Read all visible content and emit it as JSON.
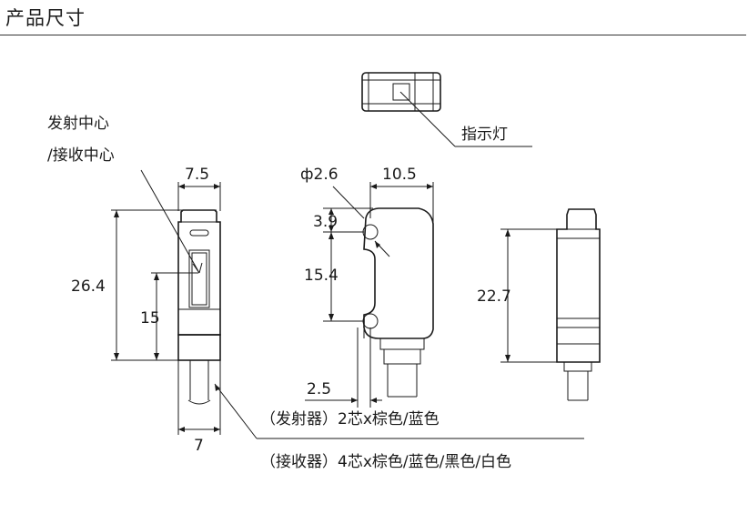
{
  "header": {
    "title": "产品尺寸"
  },
  "labels": {
    "emit_center": "发射中心",
    "receive_center": "/接收中心",
    "indicator": "指示灯",
    "emitter_cable": "（发射器）2芯x棕色/蓝色",
    "receiver_cable": "（接收器）4芯x棕色/蓝色/黑色/白色"
  },
  "dimensions": {
    "width_7_5": "7.5",
    "height_26_4": "26.4",
    "height_15": "15",
    "cable_7": "7",
    "hole_diameter": "ф2.6",
    "depth_10_5": "10.5",
    "offset_3_9": "3.9",
    "pitch_15_4": "15.4",
    "offset_2_5": "2.5",
    "height_22_7": "22.7"
  }
}
